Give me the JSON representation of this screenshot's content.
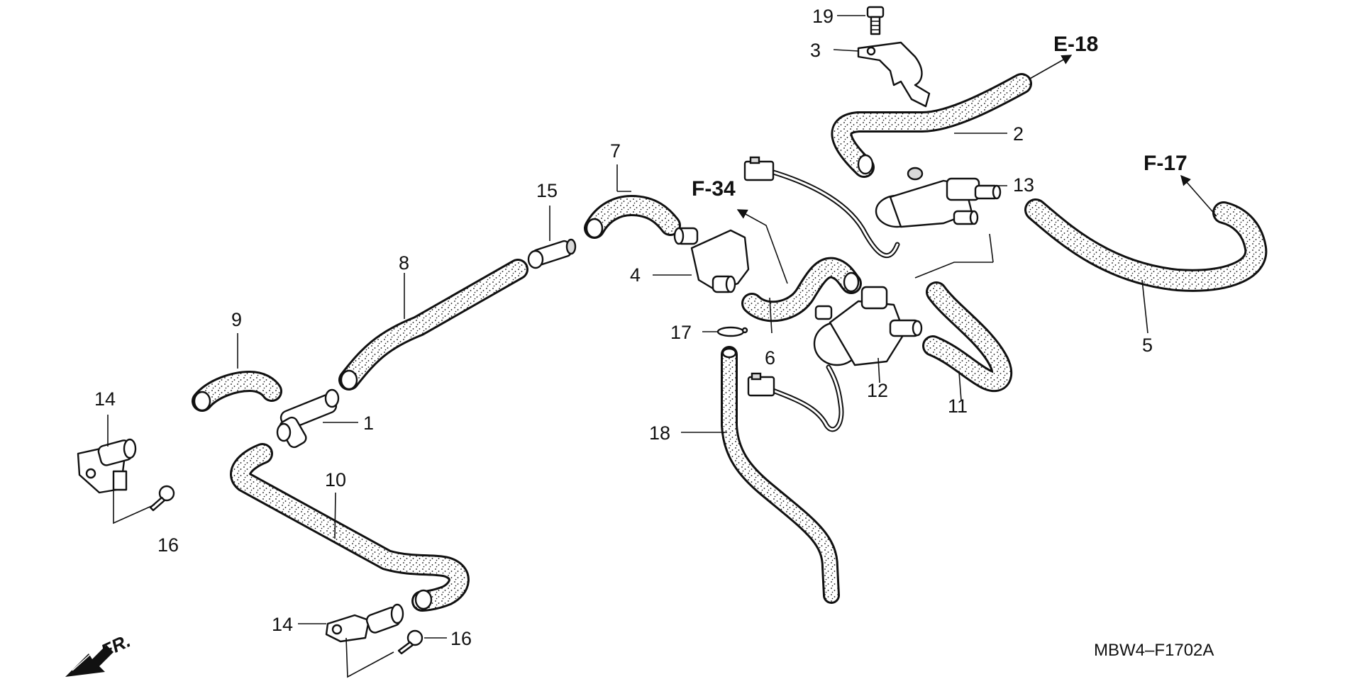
{
  "diagram": {
    "drawing_code": "MBW4–F1702A",
    "front_label": "FR.",
    "references": [
      {
        "id": "e18",
        "label": "E-18"
      },
      {
        "id": "f17",
        "label": "F-17"
      },
      {
        "id": "f34",
        "label": "F-34"
      }
    ],
    "callouts": [
      {
        "id": "c1",
        "label": "1"
      },
      {
        "id": "c2",
        "label": "2"
      },
      {
        "id": "c3",
        "label": "3"
      },
      {
        "id": "c4",
        "label": "4"
      },
      {
        "id": "c5",
        "label": "5"
      },
      {
        "id": "c6",
        "label": "6"
      },
      {
        "id": "c7",
        "label": "7"
      },
      {
        "id": "c8",
        "label": "8"
      },
      {
        "id": "c9",
        "label": "9"
      },
      {
        "id": "c10",
        "label": "10"
      },
      {
        "id": "c11",
        "label": "11"
      },
      {
        "id": "c12",
        "label": "12"
      },
      {
        "id": "c13",
        "label": "13"
      },
      {
        "id": "c14a",
        "label": "14"
      },
      {
        "id": "c14b",
        "label": "14"
      },
      {
        "id": "c15",
        "label": "15"
      },
      {
        "id": "c16a",
        "label": "16"
      },
      {
        "id": "c16b",
        "label": "16"
      },
      {
        "id": "c17",
        "label": "17"
      },
      {
        "id": "c18",
        "label": "18"
      },
      {
        "id": "c19",
        "label": "19"
      }
    ],
    "colors": {
      "line": "#111111",
      "background": "#ffffff",
      "hose_fill": "#ffffff"
    }
  }
}
